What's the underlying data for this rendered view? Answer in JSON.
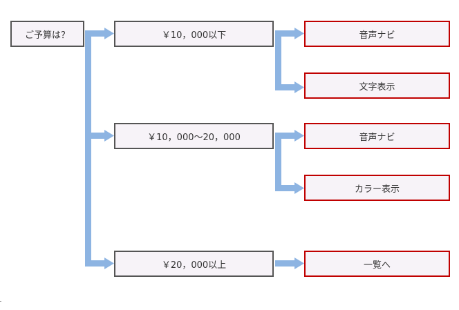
{
  "nodes": {
    "start": "ご予算は？",
    "tier1": "￥10，000以下",
    "tier2": "￥10，000～20，000",
    "tier3": "￥20，000以上",
    "tier1_option1": "音声ナビ",
    "tier1_option2": "文字表示",
    "tier2_option1": "音声ナビ",
    "tier2_option2": "カラー表示",
    "tier3_option1": "一覧へ"
  },
  "colors": {
    "connector": "#8db4e2",
    "node_fill": "#f7f3f8",
    "grey_border": "#555555",
    "red_border": "#c00000",
    "text": "#333333"
  }
}
